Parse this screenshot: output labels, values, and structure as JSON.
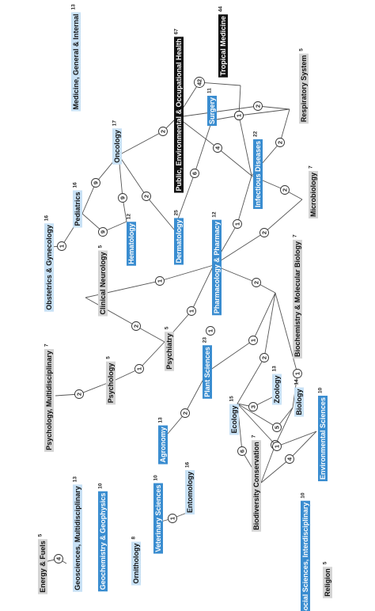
{
  "colors": {
    "blue": "#3a8dd0",
    "light_blue": "#c8e1f5",
    "gray": "#d4d4d4",
    "black": "#111111",
    "text_white": "#ffffff",
    "text_dark": "#111111",
    "edge": "#555555"
  },
  "nodes": [
    {
      "id": "medicine",
      "label": "Medicine, General & Internal",
      "count": "13",
      "style": "light_blue"
    },
    {
      "id": "tropical",
      "label": "Tropical Medicine",
      "count": "44",
      "style": "black"
    },
    {
      "id": "public_health",
      "label": "Public, Environmental & Occupational Health",
      "count": "67",
      "style": "black"
    },
    {
      "id": "respiratory",
      "label": "Respiratory System",
      "count": "5",
      "style": "gray"
    },
    {
      "id": "surgery",
      "label": "Surgery",
      "count": "11",
      "style": "blue"
    },
    {
      "id": "oncology",
      "label": "Oncology",
      "count": "17",
      "style": "light_blue"
    },
    {
      "id": "infectious",
      "label": "Infectious Diseases",
      "count": "22",
      "style": "blue"
    },
    {
      "id": "pediatrics",
      "label": "Pediatrics",
      "count": "16",
      "style": "light_blue"
    },
    {
      "id": "microbiology",
      "label": "Microbiology",
      "count": "7",
      "style": "gray"
    },
    {
      "id": "obstetrics",
      "label": "Obstetrics & Gynecology",
      "count": "16",
      "style": "light_blue"
    },
    {
      "id": "hematology",
      "label": "Hematology",
      "count": "12",
      "style": "blue"
    },
    {
      "id": "dermatology",
      "label": "Dermatology",
      "count": "25",
      "style": "blue"
    },
    {
      "id": "pharmacology",
      "label": "Pharmacology & Pharmacy",
      "count": "12",
      "style": "blue"
    },
    {
      "id": "clinical_neuro",
      "label": "Clinical Neurology",
      "count": "5",
      "style": "gray"
    },
    {
      "id": "biochemistry",
      "label": "Biochemistry & Molecular Biology",
      "count": "7",
      "style": "gray"
    },
    {
      "id": "psychiatry",
      "label": "Psychiatry",
      "count": "5",
      "style": "gray"
    },
    {
      "id": "psychology_multi",
      "label": "Psychology, Multidisciplinary",
      "count": "7",
      "style": "gray"
    },
    {
      "id": "psychology",
      "label": "Psychology",
      "count": "5",
      "style": "gray"
    },
    {
      "id": "plant_sciences",
      "label": "Plant Sciences",
      "count": "23",
      "style": "blue"
    },
    {
      "id": "zoology",
      "label": "Zoology",
      "count": "13",
      "style": "light_blue"
    },
    {
      "id": "ecology",
      "label": "Ecology",
      "count": "15",
      "style": "light_blue"
    },
    {
      "id": "biology",
      "label": "Biology",
      "count": "14",
      "style": "light_blue"
    },
    {
      "id": "agronomy",
      "label": "Agronomy",
      "count": "13",
      "style": "blue"
    },
    {
      "id": "env_sciences",
      "label": "Environmental Sciences",
      "count": "10",
      "style": "blue"
    },
    {
      "id": "biodiversity",
      "label": "Biodiversity Conservation",
      "count": "7",
      "style": "gray"
    },
    {
      "id": "entomology",
      "label": "Entomology",
      "count": "16",
      "style": "light_blue"
    },
    {
      "id": "veterinary",
      "label": "Veterinary Sciences",
      "count": "10",
      "style": "blue"
    },
    {
      "id": "geosciences",
      "label": "Geosciences, Multidisciplinary",
      "count": "13",
      "style": "light_blue"
    },
    {
      "id": "geochemistry",
      "label": "Geochemistry & Geophysics",
      "count": "10",
      "style": "blue"
    },
    {
      "id": "energy",
      "label": "Energy & Fuels",
      "count": "5",
      "style": "gray"
    },
    {
      "id": "ornithology",
      "label": "Ornithology",
      "count": "8",
      "style": "light_blue"
    },
    {
      "id": "social_sciences",
      "label": "Social Sciences, Interdisciplinary",
      "count": "10",
      "style": "blue"
    },
    {
      "id": "religion",
      "label": "Religion",
      "count": "5",
      "style": "gray"
    }
  ],
  "edges": [
    {
      "from": "tropical",
      "to": "public_health",
      "weight": "42"
    },
    {
      "from": "tropical",
      "to": "infectious",
      "weight": "1"
    },
    {
      "from": "public_health",
      "to": "respiratory",
      "weight": "2"
    },
    {
      "from": "public_health",
      "to": "infectious",
      "weight": "4"
    },
    {
      "from": "public_health",
      "to": "oncology",
      "weight": "2"
    },
    {
      "from": "surgery",
      "to": "respiratory",
      "weight": "1"
    },
    {
      "from": "surgery",
      "to": "dermatology",
      "weight": "6"
    },
    {
      "from": "respiratory",
      "to": "infectious",
      "weight": "2"
    },
    {
      "from": "infectious",
      "to": "microbiology",
      "weight": "2"
    },
    {
      "from": "oncology",
      "to": "pediatrics",
      "weight": "9"
    },
    {
      "from": "oncology",
      "to": "hematology",
      "weight": "9"
    },
    {
      "from": "oncology",
      "to": "dermatology",
      "weight": "2"
    },
    {
      "from": "pediatrics",
      "to": "hematology",
      "weight": "9"
    },
    {
      "from": "pediatrics",
      "to": "obstetrics",
      "weight": "1"
    },
    {
      "from": "pharmacology",
      "to": "infectious",
      "weight": "1"
    },
    {
      "from": "pharmacology",
      "to": "microbiology",
      "weight": "2"
    },
    {
      "from": "pharmacology",
      "to": "clinical_neuro",
      "weight": "1"
    },
    {
      "from": "pharmacology",
      "to": "biochemistry",
      "weight": "2"
    },
    {
      "from": "pharmacology",
      "to": "psychiatry",
      "weight": "1"
    },
    {
      "from": "clinical_neuro",
      "to": "psychiatry",
      "weight": "2"
    },
    {
      "from": "psychiatry",
      "to": "psychology",
      "weight": "1"
    },
    {
      "from": "psychology",
      "to": "psychology_multi",
      "weight": "2"
    },
    {
      "from": "biochemistry",
      "to": "plant_sciences",
      "weight": "1"
    },
    {
      "from": "biochemistry",
      "to": "ecology",
      "weight": "2"
    },
    {
      "from": "biochemistry",
      "to": "biology",
      "weight": "1"
    },
    {
      "from": "plant_sciences",
      "to": "agronomy",
      "weight": "2"
    },
    {
      "from": "ecology",
      "to": "zoology",
      "weight": "3"
    },
    {
      "from": "ecology",
      "to": "biology",
      "weight": "5"
    },
    {
      "from": "ecology",
      "to": "biodiversity",
      "weight": "6"
    },
    {
      "from": "biology",
      "to": "biodiversity",
      "weight": "1"
    },
    {
      "from": "env_sciences",
      "to": "biodiversity",
      "weight": "4"
    },
    {
      "from": "env_sciences",
      "to": "ecology",
      "weight": "1"
    },
    {
      "from": "entomology",
      "to": "veterinary",
      "weight": "1"
    },
    {
      "from": "energy",
      "to": "geosciences",
      "weight": "4"
    }
  ],
  "floating_weights": [
    {
      "id": "pharm_self",
      "weight": "1"
    }
  ]
}
